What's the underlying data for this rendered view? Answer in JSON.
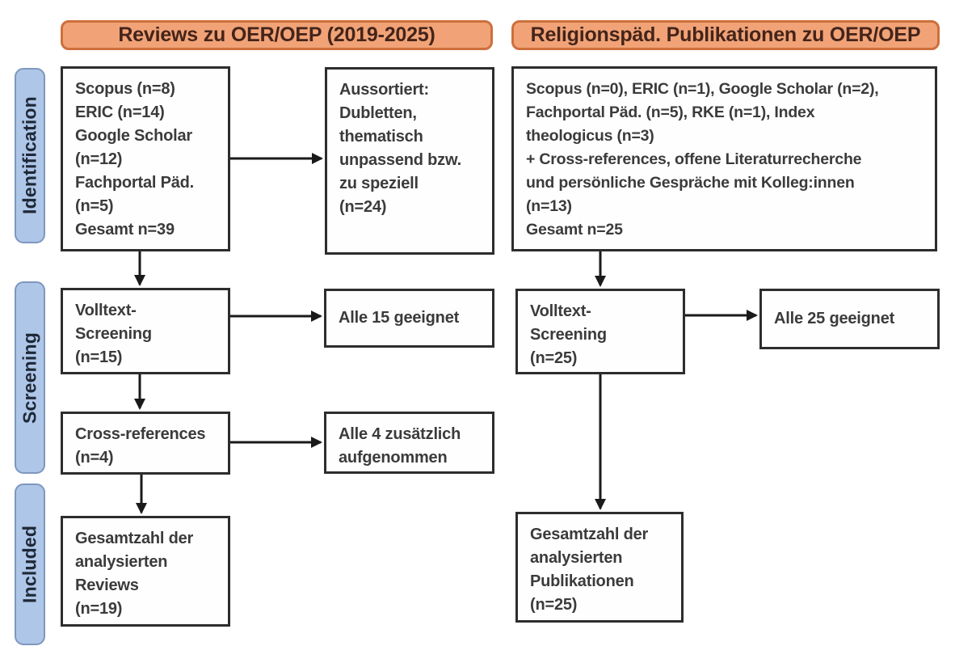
{
  "colors": {
    "header_fill": "#F1A377",
    "header_border": "#CE6F3C",
    "header_text": "#44241A",
    "stage_fill": "#AEC6E8",
    "stage_border": "#7E97BE",
    "box_border": "#2D2D2D",
    "box_text": "#3B3B3B",
    "arrow": "#1A1A1A"
  },
  "headers": {
    "left": "Reviews zu OER/OEP (2019-2025)",
    "right": "Religionspäd. Publikationen zu OER/OEP"
  },
  "stages": {
    "identification": "Identification",
    "screening": "Screening",
    "included": "Included"
  },
  "boxes": {
    "reviews_sources": {
      "lines": [
        "Scopus (n=8)",
        "ERIC (n=14)",
        "Google Scholar",
        "(n=12)",
        "Fachportal Päd.",
        "(n=5)",
        "Gesamt n=39"
      ]
    },
    "reviews_excluded": {
      "lines": [
        "Aussortiert:",
        "Dubletten,",
        "thematisch",
        "unpassend bzw.",
        "zu speziell",
        "(n=24)"
      ]
    },
    "relpaed_sources": {
      "lines": [
        "Scopus (n=0), ERIC (n=1), Google Scholar (n=2),",
        "Fachportal Päd. (n=5), RKE (n=1), Index",
        "theologicus (n=3)",
        "+ Cross-references, offene Literaturrecherche",
        "und persönliche Gespräche mit Kolleg:innen",
        "(n=13)",
        "Gesamt n=25"
      ]
    },
    "reviews_fulltext": {
      "lines": [
        "Volltext-",
        "Screening",
        "(n=15)"
      ]
    },
    "reviews_fulltext_result": {
      "lines": [
        "Alle 15 geeignet"
      ]
    },
    "relpaed_fulltext": {
      "lines": [
        "Volltext-",
        "Screening",
        "(n=25)"
      ]
    },
    "relpaed_fulltext_result": {
      "lines": [
        "Alle 25 geeignet"
      ]
    },
    "reviews_crossref": {
      "lines": [
        "Cross-references",
        "(n=4)"
      ]
    },
    "reviews_crossref_result": {
      "lines": [
        "Alle 4 zusätzlich",
        "aufgenommen"
      ]
    },
    "reviews_total": {
      "lines": [
        "Gesamtzahl der",
        "analysierten",
        "Reviews",
        "(n=19)"
      ]
    },
    "relpaed_total": {
      "lines": [
        "Gesamtzahl der",
        "analysierten",
        "Publikationen",
        "(n=25)"
      ]
    }
  }
}
